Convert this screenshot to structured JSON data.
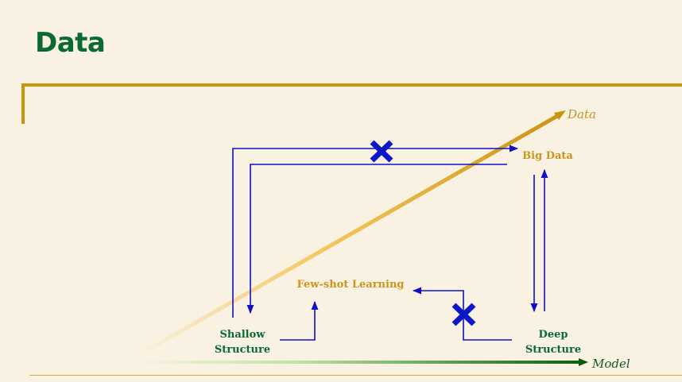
{
  "slide": {
    "title": "Data"
  },
  "axes": {
    "data_label": "Data",
    "model_label": "Model"
  },
  "nodes": {
    "big_data": "Big Data",
    "few_shot": "Few-shot Learning",
    "shallow_line1": "Shallow",
    "shallow_line2": "Structure",
    "deep_line1": "Deep",
    "deep_line2": "Structure"
  },
  "colors": {
    "title": "#0a6a33",
    "rule": "#c8960c",
    "arrow": "#1010c8",
    "cross": "#0c18c8",
    "data_label": "#c8961e",
    "node_gold": "#c8961e",
    "node_green": "#0a6a33",
    "model_label": "#1a5a2a"
  }
}
